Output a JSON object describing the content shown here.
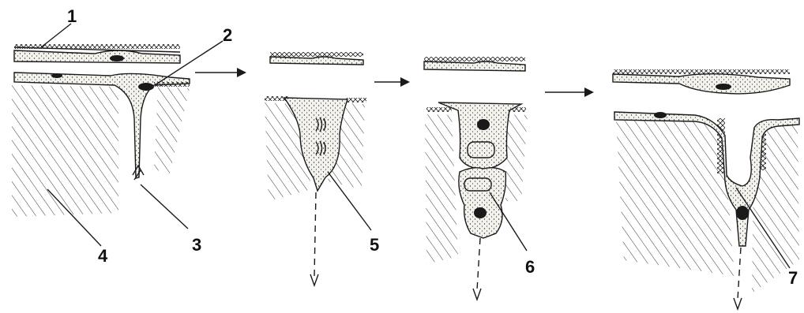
{
  "figure": {
    "labels": [
      {
        "id": "1",
        "text": "1"
      },
      {
        "id": "2",
        "text": "2"
      },
      {
        "id": "3",
        "text": "3"
      },
      {
        "id": "4",
        "text": "4"
      },
      {
        "id": "5",
        "text": "5"
      },
      {
        "id": "6",
        "text": "6"
      },
      {
        "id": "7",
        "text": "7"
      }
    ],
    "stage_count": 4,
    "colors": {
      "ink": "#1a1a1a",
      "paper": "#ffffff"
    }
  }
}
